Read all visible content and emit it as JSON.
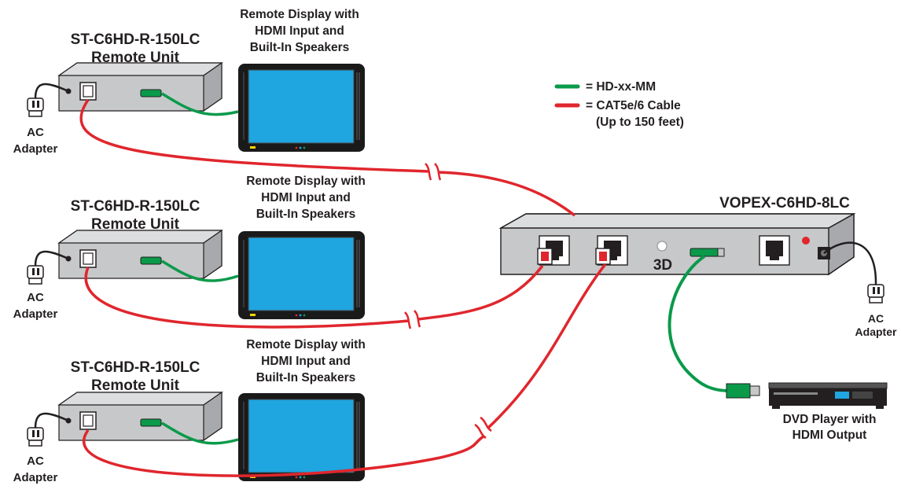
{
  "remote_units": [
    {
      "title": "ST-C6HD-R-150LC",
      "subtitle": "Remote Unit",
      "display_lines": [
        "Remote Display with",
        "HDMI Input and",
        "Built-In Speakers"
      ],
      "adapter_lines": [
        "AC",
        "Adapter"
      ]
    },
    {
      "title": "ST-C6HD-R-150LC",
      "subtitle": "Remote Unit",
      "display_lines": [
        "Remote Display with",
        "HDMI Input and",
        "Built-In Speakers"
      ],
      "adapter_lines": [
        "AC",
        "Adapter"
      ]
    },
    {
      "title": "ST-C6HD-R-150LC",
      "subtitle": "Remote Unit",
      "display_lines": [
        "Remote Display with",
        "HDMI Input and",
        "Built-In Speakers"
      ],
      "adapter_lines": [
        "AC",
        "Adapter"
      ]
    }
  ],
  "legend": {
    "hdmi": "= HD-xx-MM",
    "cat": "= CAT5e/6 Cable",
    "cat_note": "(Up to 150 feet)",
    "hdmi_color": "#0a9a4a",
    "cat_color": "#e0262d"
  },
  "transmitter": {
    "title": "VOPEX-C6HD-8LC",
    "button_label": "3D",
    "adapter_lines": [
      "AC",
      "Adapter"
    ]
  },
  "dvd": {
    "lines": [
      "DVD Player with",
      "HDMI Output"
    ]
  },
  "colors": {
    "screen": "#1fa5e0",
    "bezel": "#1a1a1a",
    "box_face": "#c7c8ca",
    "box_top": "#dcdddf",
    "box_side": "#a7a9ac",
    "led_red": "#e0262d"
  }
}
